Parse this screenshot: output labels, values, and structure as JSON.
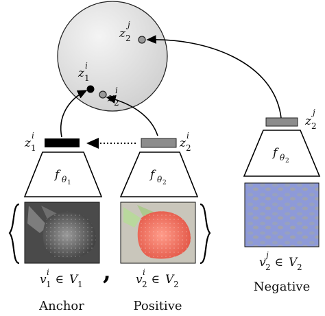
{
  "diagram": {
    "sphere_labels": {
      "z2j_top": {
        "base": "z",
        "sub": "2",
        "sup": "j"
      },
      "z1i": {
        "base": "z",
        "sub": "1",
        "sup": "i"
      },
      "z2i": {
        "base": "z",
        "sub": "2",
        "sup": "i"
      }
    },
    "encoders": {
      "anchor": {
        "base": "f",
        "sub1": "θ",
        "sub2": "1"
      },
      "positive": {
        "base": "f",
        "sub1": "θ",
        "sub2": "2"
      },
      "negative": {
        "base": "f",
        "sub1": "θ",
        "sub2": "2"
      }
    },
    "embedding_labels": {
      "anchor": {
        "base": "z",
        "sub": "1",
        "sup": "i"
      },
      "positive": {
        "base": "z",
        "sub": "2",
        "sup": "i"
      },
      "negative": {
        "base": "z",
        "sub": "2",
        "sup": "j"
      }
    },
    "view_labels": {
      "anchor": {
        "v": "v",
        "sub": "1",
        "sup": "i",
        "rel": " ∈ ",
        "set": "V",
        "setsub": "1"
      },
      "positive": {
        "v": "v",
        "sub": "2",
        "sup": "i",
        "rel": " ∈ ",
        "set": "V",
        "setsub": "2"
      },
      "negative": {
        "v": "v",
        "sub": "2",
        "sup": "j",
        "rel": " ∈ ",
        "set": "V",
        "setsub": "2"
      }
    },
    "captions": {
      "anchor": "Anchor",
      "positive": "Positive",
      "negative": "Negative"
    },
    "set_separator": ",",
    "colors": {
      "sphere_fill": "#e6e6e6",
      "anchor_bar": "#000000",
      "embedding_bar": "#8c8c8c",
      "negative_image": "#8f9cd9",
      "positive_tint": "#f08a7c"
    }
  }
}
